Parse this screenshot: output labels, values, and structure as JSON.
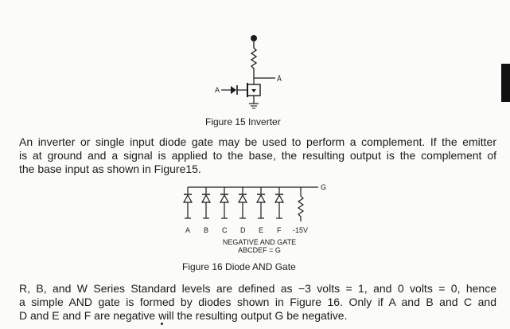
{
  "figure15": {
    "caption": "Figure 15   Inverter",
    "input_label": "A",
    "output_label": "Ā"
  },
  "paragraph1": {
    "lines": [
      "An inverter or single input diode gate may be used to perform a complement. If the emitter",
      "is at ground and a signal is applied to the base, the resulting output is the complement of",
      "the base input as shown in Figure15."
    ]
  },
  "figure16": {
    "inputs": [
      "A",
      "B",
      "C",
      "D",
      "E",
      "F"
    ],
    "supply_label": "-15V",
    "output_label": "G",
    "gate_title": "NEGATIVE AND GATE",
    "gate_expression": "ABCDEF = G",
    "caption": "Figure 16   Diode AND Gate"
  },
  "paragraph2": {
    "lines": [
      "R, B, and W Series Standard levels are defined as  −3 volts  =  1, and 0 volts  =  0, hence",
      "a simple AND gate is formed by diodes shown in Figure 16. Only if A and B and C and",
      "D and E and F are negative will the resulting output G be negative."
    ]
  }
}
